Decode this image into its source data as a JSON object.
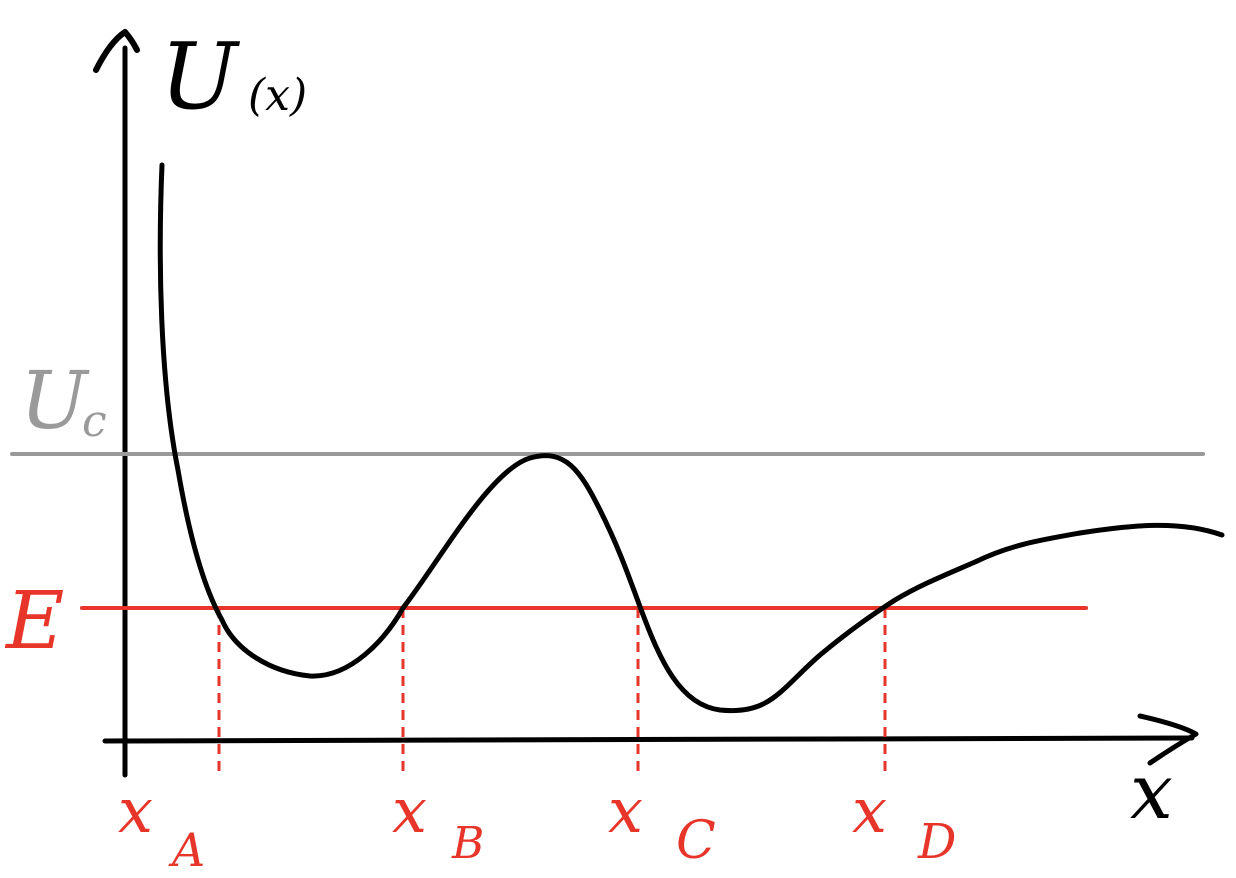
{
  "axes": {
    "y_label_main": "U",
    "y_label_sub": "(x)",
    "x_label": "x"
  },
  "levels": {
    "critical": {
      "label_main": "U",
      "label_sub": "c",
      "color": "#9a9a9a"
    },
    "energy": {
      "label": "E",
      "color": "#e8352a"
    }
  },
  "turning_points": [
    {
      "main": "x",
      "sub": "A"
    },
    {
      "main": "x",
      "sub": "B"
    },
    {
      "main": "x",
      "sub": "C"
    },
    {
      "main": "x",
      "sub": "D"
    }
  ],
  "colors": {
    "curve": "#000000",
    "axes": "#000000",
    "energy": "#e8352a",
    "critical": "#9a9a9a"
  }
}
